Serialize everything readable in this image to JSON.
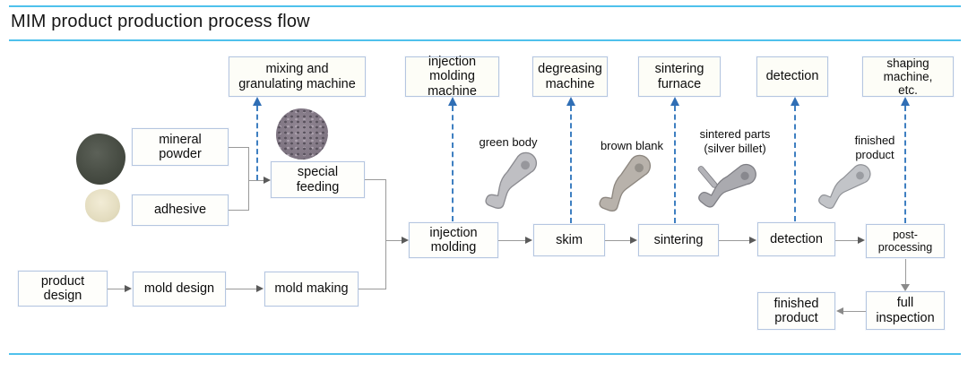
{
  "title": "MIM product production process flow",
  "colors": {
    "accent_line": "#4fc1ec",
    "box_border": "#b5c6e0",
    "dashed_arrow_blue": "#2f6eb5",
    "connector_gray": "#9a9a9a"
  },
  "machines": [
    {
      "label": "mixing and\ngranulating machine"
    },
    {
      "label": "injection\nmolding machine"
    },
    {
      "label": "degreasing\nmachine"
    },
    {
      "label": "sintering\nfurnace"
    },
    {
      "label": "detection"
    },
    {
      "label": "shaping machine,\netc."
    }
  ],
  "flow": {
    "mineral_powder": "mineral\npowder",
    "adhesive": "adhesive",
    "special_feeding": "special\nfeeding",
    "injection_molding": "injection\nmolding",
    "skim": "skim",
    "sintering": "sintering",
    "detection": "detection",
    "post_processing": "post-processing",
    "product_design": "product\ndesign",
    "mold_design": "mold design",
    "mold_making": "mold making",
    "full_inspection": "full\ninspection",
    "finished_product": "finished\nproduct"
  },
  "stage_labels": {
    "green_body": "green body",
    "brown_blank": "brown blank",
    "sintered_parts": "sintered parts\n(silver billet)",
    "finished_product": "finished\nproduct"
  },
  "photos": {
    "mineral_powder": "mineral-powder-photo",
    "adhesive": "adhesive-powder-photo",
    "granules": "feeding-granules-photo",
    "green_body": "green-body-part-photo",
    "brown_blank": "brown-blank-part-photo",
    "sintered_parts": "sintered-parts-photo",
    "finished_product": "finished-product-photo"
  }
}
